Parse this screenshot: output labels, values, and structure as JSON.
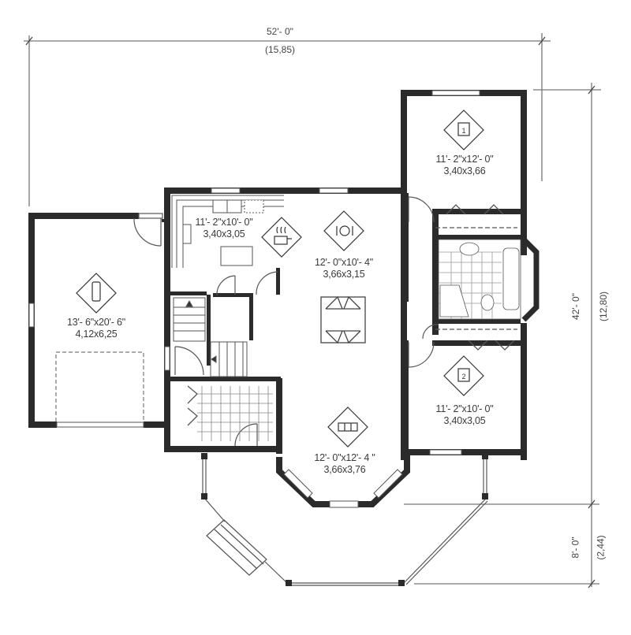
{
  "dimensions": {
    "overall_width": {
      "imperial": "52'- 0\"",
      "metric": "(15,85)"
    },
    "overall_depth": {
      "imperial": "42'- 0\"",
      "metric": "(12,80)"
    },
    "porch_depth": {
      "imperial": "8'- 0\"",
      "metric": "(2,44)"
    }
  },
  "rooms": [
    {
      "id": "garage",
      "icon": "car-icon",
      "imperial": "13'- 6\"x20'- 6\"",
      "metric": "4,12x6,25"
    },
    {
      "id": "kitchen",
      "icon": "cooking-pot-icon",
      "imperial": "11'- 2\"x10'- 0\"",
      "metric": "3,40x3,05"
    },
    {
      "id": "dining",
      "icon": "plate-cutlery-icon",
      "imperial": "12'- 0\"x10'- 4\"",
      "metric": "3,66x3,15"
    },
    {
      "id": "living",
      "icon": "sofa-icon",
      "imperial": "12'- 0\"x12'- 4 \"",
      "metric": "3,66x3,76"
    },
    {
      "id": "bedroom1",
      "icon": "bed-icon",
      "badge": "1",
      "imperial": "11'- 2\"x12'- 0\"",
      "metric": "3,40x3,66"
    },
    {
      "id": "bedroom2",
      "icon": "bed-icon",
      "badge": "2",
      "imperial": "11'- 2\"x10'- 0\"",
      "metric": "3,40x3,05"
    }
  ],
  "colors": {
    "wall": "#2b2b2b",
    "line": "#555555",
    "dimension_line": "#777777",
    "background": "#ffffff"
  }
}
